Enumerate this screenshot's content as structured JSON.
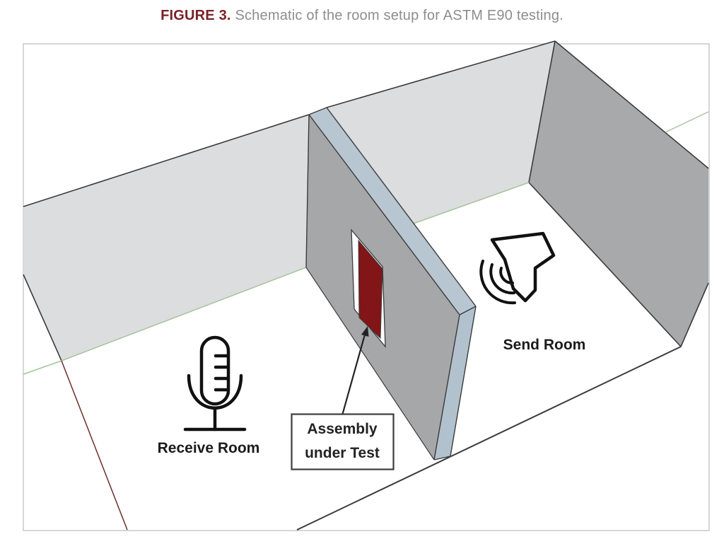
{
  "caption": {
    "label": "FIGURE 3.",
    "text": " Schematic of the room setup for ASTM E90 testing."
  },
  "diagram": {
    "receive_room_label": "Receive Room",
    "send_room_label": "Send Room",
    "assembly_label_line1": "Assembly",
    "assembly_label_line2": "under Test"
  },
  "colors": {
    "figure_label": "#7b2127",
    "caption_text": "#8d8d8f",
    "back_wall": "#dcddde",
    "side_wall": "#a8a9ab",
    "divider_face": "#a6a7a9",
    "divider_top": "#b8c6d2",
    "divider_end": "#b2c1ce",
    "assembly_panel": "#811518",
    "axis_green": "#a5c49e",
    "axis_red": "#6a3028",
    "outline": "#3b3b3b",
    "border": "#c9c9c9"
  }
}
